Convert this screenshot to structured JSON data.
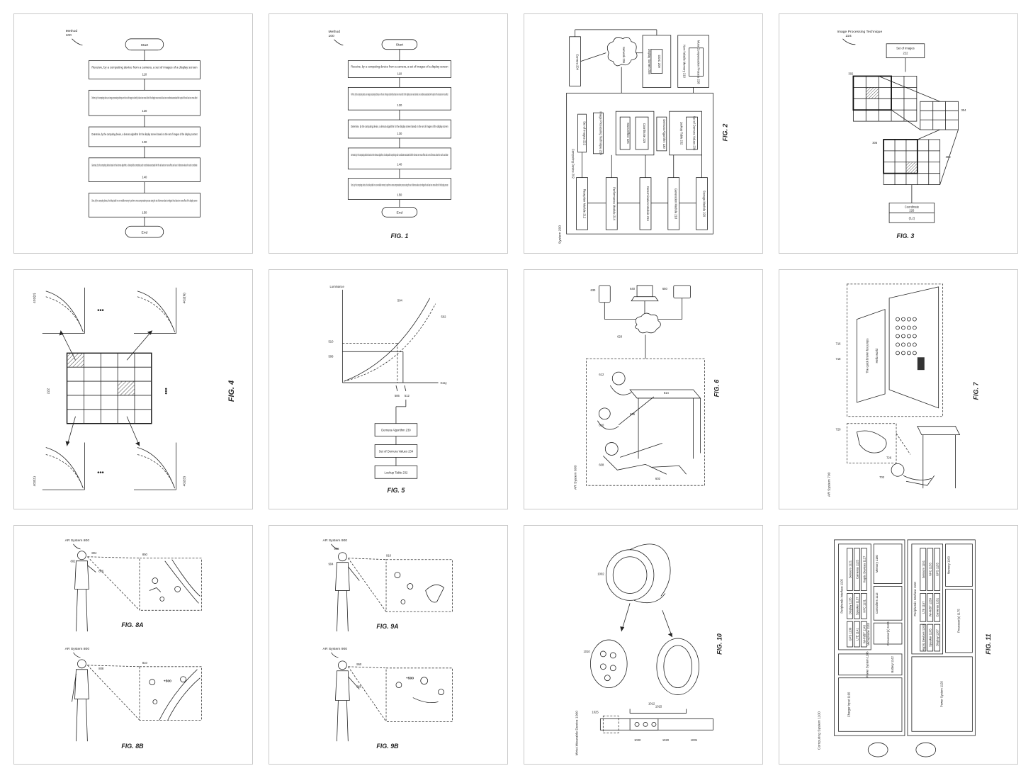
{
  "colors": {
    "page": "#ffffff",
    "sheet_border": "#c9c9c9",
    "ink": "#222222"
  },
  "sheets": {
    "s1": {
      "method_label": "Method",
      "method_ref": "100",
      "start": "Start",
      "end": "End",
      "steps": [
        {
          "text": "Receive, by a computing device from a camera, a set of images of a display screen",
          "ref": "110"
        },
        {
          "text": "Perform, by the computing device, an image processing technique on the set of images to identify at least one mura effect of the display screen and at least one coordinate associated with a pixel of the at least one mura effect",
          "ref": "120"
        },
        {
          "text": "Determine, by the computing device, a demura algorithm for the display screen based on the set of images of the display content",
          "ref": "130"
        },
        {
          "text": "Generate, by the computing device based on the demura algorithm, a lookup table comprising each coordinate associated with the at least one mura effect and a set of demura values for each coordinate",
          "ref": "140"
        },
        {
          "text": "Store, by the computing device, the lookup table in a non-volatile memory to perform a mura compensation process using the set of demura values to mitigate the at least one mura effect of the display screen",
          "ref": "150"
        }
      ]
    },
    "s2": {
      "method_label": "Method",
      "method_ref": "100",
      "start": "Start",
      "end": "End",
      "fig": "FIG. 1",
      "steps": [
        {
          "text": "Receive, by a computing device from a camera, a set of images of a display screen",
          "ref": "110"
        },
        {
          "text": "Perform, by the computing device, an image processing technique on the set of images to identify at least one mura effect of the display screen and at least one coordinate associated with a pixel of the at least one mura effect",
          "ref": "120"
        },
        {
          "text": "Determine, by the computing device, a demura algorithm for the display screen based on the set of images of the display screen",
          "ref": "130"
        },
        {
          "text": "Generate, by the computing device based on the demura algorithm, a lookup table comprising each coordinate associated with the at least one mura effect and a set of demura values for each coordinate",
          "ref": "140"
        },
        {
          "text": "Store, by the computing device, the lookup table in a non-volatile memory to perform a mura compensation process using the set of demura values to mitigate the at least one mura effect of the display screen",
          "ref": "150"
        }
      ]
    },
    "s3": {
      "fig": "FIG. 2",
      "camera": "Camera 204",
      "network": "Network 206",
      "display": "Display Screen 208",
      "ddic": "DDIC 209",
      "nvm": "Non-Volatile Memory 210",
      "mura": "Mura Compensation Process 228",
      "device": "Computing Device 202",
      "set_images": "Set of Images 222",
      "ipt": "Image Processing Technique 224",
      "mura_effect": "Mura Effect 226",
      "coordinate": "Coordinate 226",
      "demura_alg": "Demura Algorithm 230",
      "lookup": "Lookup Table 232",
      "demura_vals": "Set of Demura Values 234",
      "modules": [
        "Reception Module 212",
        "Performance Module 214",
        "Determination Module 216",
        "Generation Module 218",
        "Storage Module 220"
      ],
      "system": "System 200"
    },
    "s4": {
      "title": "Image Processing Technique",
      "title_ref": "224",
      "set_images": "Set of Images",
      "set_ref": "222",
      "labels": [
        "302",
        "304",
        "306",
        "308"
      ],
      "coordinate": "Coordinate",
      "coord_ref": "226",
      "coord_val": "(3,2)",
      "fig": "FIG. 3"
    },
    "s5": {
      "fig": "FIG. 4",
      "ref_grid": "222",
      "labels": [
        "402(2)",
        "402(N)",
        "402(1)",
        "402(3)"
      ],
      "dots": "•••"
    },
    "s6": {
      "ylabel": "Luminance",
      "xlabel": "Gray",
      "curve_labels": [
        "504",
        "502"
      ],
      "y_refs": [
        "510",
        "508"
      ],
      "x_refs": [
        "506",
        "512"
      ],
      "boxes": [
        "Demura Algorithm 230",
        "Set of Demura Values 234",
        "Lookup Table 232"
      ],
      "fig": "FIG. 5"
    },
    "s7": {
      "fig": "FIG. 6",
      "refs": [
        "630",
        "640",
        "650",
        "620",
        "612",
        "610",
        "614",
        "606",
        "602",
        "608"
      ],
      "system": "AR System 600"
    },
    "s8": {
      "fig": "FIG. 7",
      "refs": [
        "716",
        "718",
        "720",
        "726",
        "702"
      ],
      "system": "AR System 700",
      "screen_text": "The quick brown fox jumps",
      "screen_small": "Hello world"
    },
    "s9": {
      "system_a": "AR System 800",
      "system_b": "AR System 800",
      "fig_a": "FIG. 8A",
      "fig_b": "FIG. 8B",
      "refs": [
        "802",
        "804",
        "806",
        "808",
        "810",
        "850"
      ],
      "score": "+500"
    },
    "s10": {
      "system_a": "AR System 900",
      "system_b": "AR System 900",
      "fig_a": "FIG. 9A",
      "fig_b": "FIG. 9B",
      "refs": [
        "902",
        "904",
        "910",
        "950",
        "960"
      ],
      "score": "+500"
    },
    "s11": {
      "fig": "FIG. 10",
      "device": "Wrist-Wearable Device 1000",
      "refs": [
        "1002",
        "1010",
        "1012",
        "1015",
        "1020",
        "1025",
        "1030",
        "1035"
      ]
    },
    "s12": {
      "fig": "FIG. 11",
      "system": "Computing System 1100",
      "left_panel": {
        "title": "Peripherals Interface 1105",
        "items": [
          "Sensors 1121",
          "Cameras 1125",
          "Haptic Devices 1127",
          "Display 1135",
          "Speaker 1137",
          "NFC 1131",
          "GPS 1139",
          "LTE 1141",
          "Wi-Fi/BT 1143",
          "Microphone 1133"
        ]
      },
      "right_panel": {
        "title": "Peripherals Interface 1150",
        "items": [
          "Sensors 1151",
          "NFC 1153",
          "GPS 1155",
          "LTE 1157",
          "Wi-Fi/BT 1159",
          "Cameras 1161",
          "Haptic Devices 1163",
          "Speaker 1165",
          "Display 1167"
        ]
      },
      "memory_l": "Memory 1180",
      "memory_r": "Memory 1160",
      "controllers": "Controllers 1112",
      "processors_l": "Processor(s) 1104",
      "processors_r": "Processor(s) 1175",
      "power_l": "Power System 1106",
      "power_r": "Power System 1120",
      "battery": "Battery 1142",
      "charger": "Charger Input 1190"
    }
  }
}
